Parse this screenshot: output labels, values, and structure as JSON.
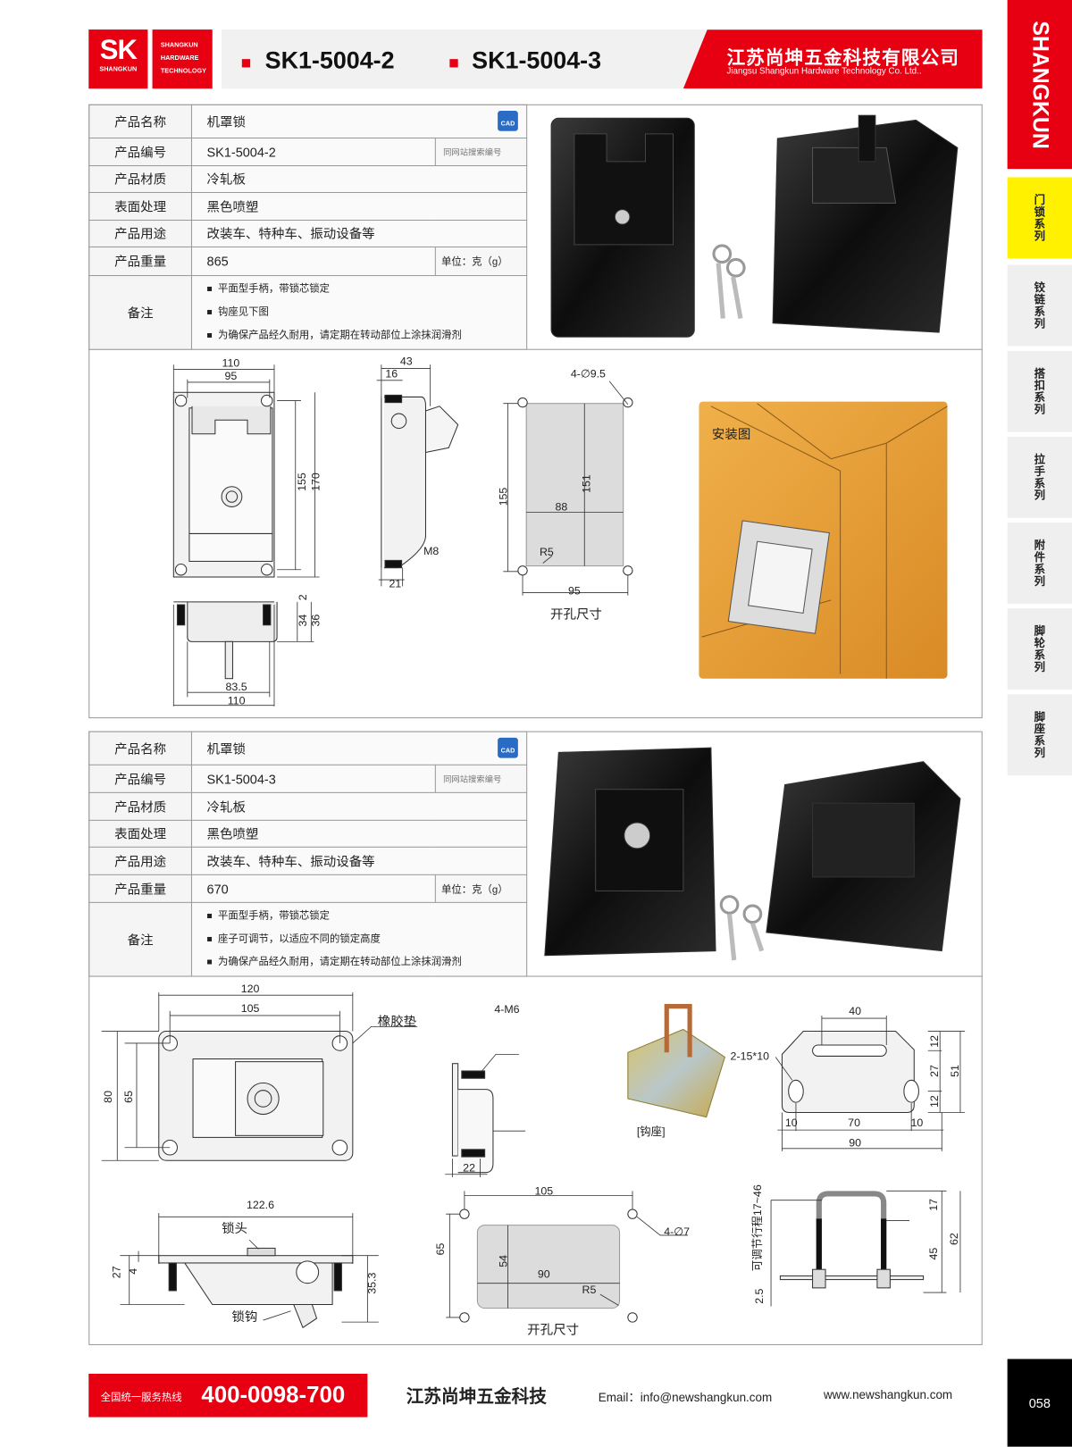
{
  "header": {
    "logo_mark": "SK",
    "logo_sub": "SHANGKUN",
    "logo_lines": [
      "SHANGKUN",
      "HARDWARE",
      "TECHNOLOGY"
    ],
    "models": [
      "SK1-5004-2",
      "SK1-5004-3"
    ],
    "company_cn": "江苏尚坤五金科技有限公司",
    "company_en": "Jiangsu Shangkun Hardware Technology Co. Ltd.."
  },
  "sidebar": {
    "brand": "SHANGKUN",
    "tabs": [
      {
        "label": "门锁系列",
        "active": true
      },
      {
        "label": "铰链系列"
      },
      {
        "label": "搭扣系列"
      },
      {
        "label": "拉手系列"
      },
      {
        "label": "附件系列"
      },
      {
        "label": "脚轮系列"
      },
      {
        "label": "脚座系列"
      }
    ]
  },
  "labels": {
    "name": "产品名称",
    "code": "产品编号",
    "material": "产品材质",
    "surface": "表面处理",
    "usage": "产品用途",
    "weight": "产品重量",
    "notes": "备注",
    "search_hint": "同网站搜索编号",
    "unit": "单位：克（g）",
    "cad": "CAD"
  },
  "products": [
    {
      "name": "机罩锁",
      "code": "SK1-5004-2",
      "material": "冷轧板",
      "surface": "黑色喷塑",
      "usage": "改装车、特种车、振动设备等",
      "weight": "865",
      "notes": [
        "平面型手柄，带锁芯锁定",
        "钩座见下图",
        "为确保产品经久耐用，请定期在转动部位上涂抹润滑剂"
      ]
    },
    {
      "name": "机罩锁",
      "code": "SK1-5004-3",
      "material": "冷轧板",
      "surface": "黑色喷塑",
      "usage": "改装车、特种车、振动设备等",
      "weight": "670",
      "notes": [
        "平面型手柄，带锁芯锁定",
        "座子可调节，以适应不同的锁定高度",
        "为确保产品经久耐用，请定期在转动部位上涂抹润滑剂"
      ]
    }
  ],
  "drawing1": {
    "w110": "110",
    "w95": "95",
    "h155": "155",
    "h170": "170",
    "d43": "43",
    "d16": "16",
    "m8": "M8",
    "d21": "21",
    "holes": "4-∅9.5",
    "c155": "155",
    "c151": "151",
    "c88": "88",
    "r5": "R5",
    "c95": "95",
    "cutout": "开孔尺寸",
    "b2": "2",
    "b34": "34",
    "b36": "36",
    "b835": "83.5",
    "b110": "110",
    "install": "安装图"
  },
  "drawing2": {
    "w120": "120",
    "w105": "105",
    "rubber": "橡胶垫",
    "h80": "80",
    "h65": "65",
    "m6": "4-M6",
    "d22": "22",
    "hook_seat": "[钩座]",
    "s40": "40",
    "slots": "2-15*10",
    "s12a": "12",
    "s27": "27",
    "s51": "51",
    "s12b": "12",
    "s10a": "10",
    "s70": "70",
    "s10b": "10",
    "s90": "90",
    "l1226": "122.6",
    "lock_head": "锁头",
    "h27": "27",
    "h4": "4",
    "h353": "35.3",
    "lock_hook": "锁钩",
    "c105": "105",
    "holes": "4-∅7",
    "c65": "65",
    "c54": "54",
    "c90": "90",
    "r5": "R5",
    "cutout": "开孔尺寸",
    "travel": "可调节行程17~46",
    "t25": "2.5",
    "u17": "17",
    "u45": "45",
    "u62": "62"
  },
  "footer": {
    "hotline_label": "全国统一服务热线",
    "hotline": "400-0098-700",
    "company": "江苏尚坤五金科技",
    "email": "Email：info@newshangkun.com",
    "website": "www.newshangkun.com",
    "page": "058"
  }
}
